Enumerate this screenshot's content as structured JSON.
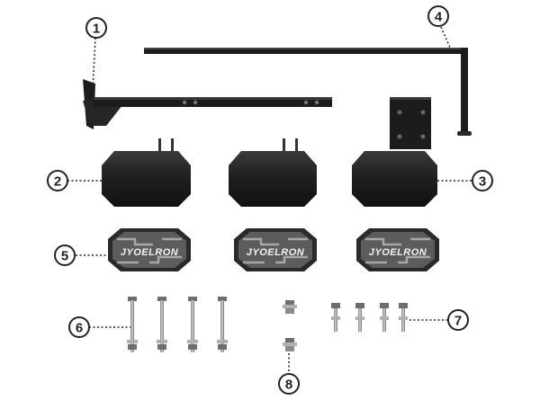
{
  "callouts": [
    {
      "id": "1",
      "label": "1"
    },
    {
      "id": "2",
      "label": "2"
    },
    {
      "id": "3",
      "label": "3"
    },
    {
      "id": "4",
      "label": "4"
    },
    {
      "id": "5",
      "label": "5"
    },
    {
      "id": "6",
      "label": "6"
    },
    {
      "id": "7",
      "label": "7"
    },
    {
      "id": "8",
      "label": "8"
    }
  ],
  "pad_logo_text": "JYOELRON",
  "colors": {
    "steel": "#1c1c1c",
    "steel_highlight": "#3a3a3a",
    "pad_body": "#2a2a2a",
    "pad_face": "#5c5c5c",
    "pad_light": "#a8a8a8",
    "bolt": "#b0b0b0",
    "bolt_dark": "#6e6e6e",
    "leader": "#222222"
  }
}
